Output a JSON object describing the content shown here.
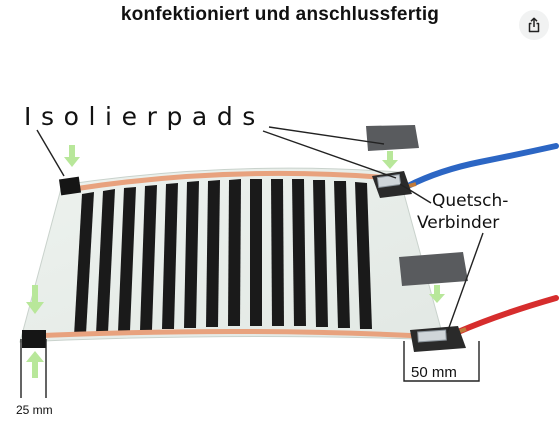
{
  "header": {
    "title": "konfektioniert und anschlussfertig"
  },
  "toolbar": {
    "share_icon": "share-icon"
  },
  "illustration": {
    "label_isolierpads": "Isolierpads",
    "label_quetsch_line1": "Quetsch-",
    "label_quetsch_line2": "Verbinder",
    "label_width_right": "50 mm",
    "label_width_left": "25 mm"
  },
  "colors": {
    "stripe": "#1a1a1a",
    "copper_bus": "#e8a27e",
    "foil": "#e9eeea",
    "arrow": "#b8e79a",
    "wire_blue": "#2c66c4",
    "wire_red": "#d62d2d",
    "pad": "#595b5e"
  }
}
